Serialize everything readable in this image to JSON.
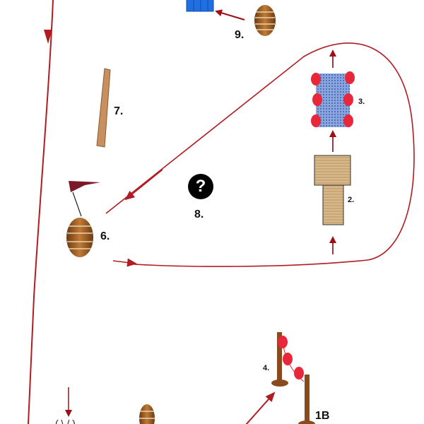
{
  "labels": {
    "station_9": "9.",
    "station_7": "7.",
    "station_3": "3.",
    "station_8": "8.",
    "station_2": "2.",
    "station_6": "6.",
    "station_4": "4.",
    "station_1b": "1B"
  },
  "question_icon": "?",
  "colors": {
    "path": "#b01c22",
    "arrow": "#7a0c10",
    "wood": "#8b4a1c",
    "balloon": "#e8283a",
    "crate": "#1f6fe0",
    "mat": "#6f8fd0"
  }
}
